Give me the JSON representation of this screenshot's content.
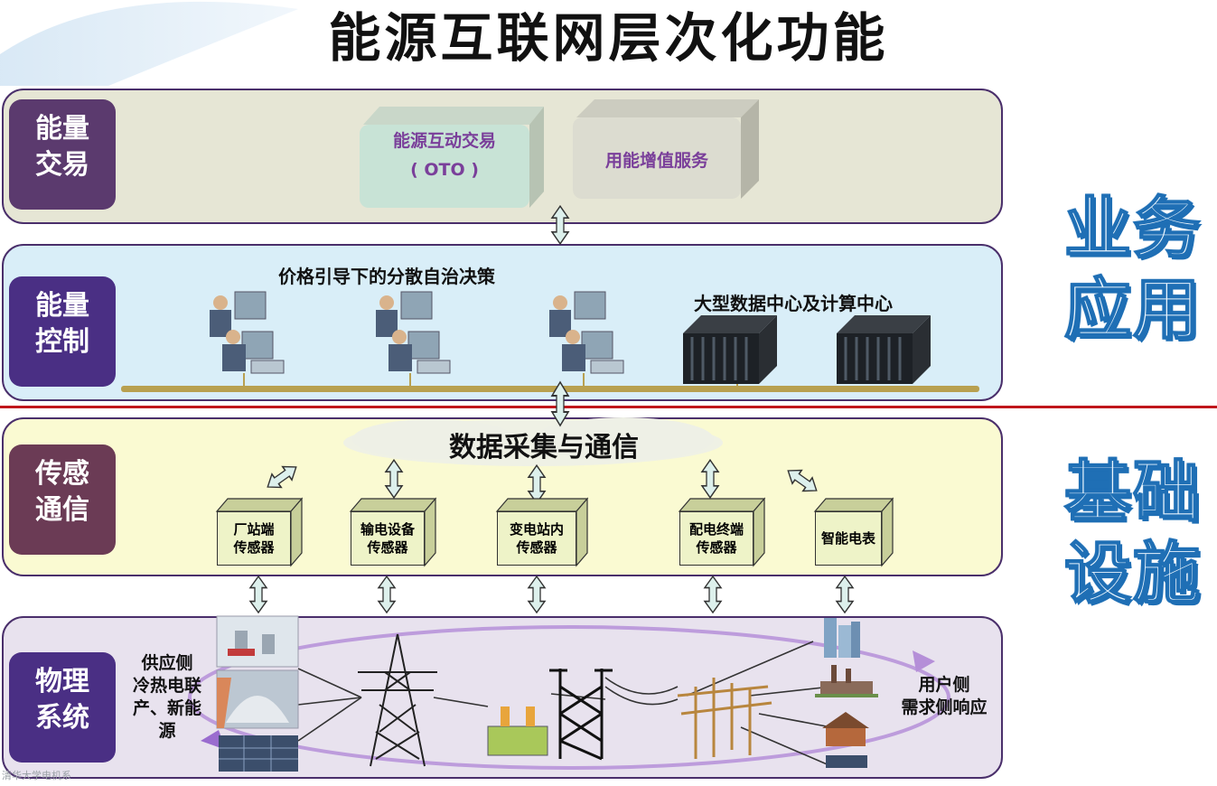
{
  "title": "能源互联网层次化功能",
  "layers": {
    "trade": {
      "tag": [
        "能量",
        "交易"
      ]
    },
    "control": {
      "tag": [
        "能量",
        "控制"
      ]
    },
    "sense": {
      "tag": [
        "传感",
        "通信"
      ]
    },
    "phys": {
      "tag": [
        "物理",
        "系统"
      ]
    }
  },
  "trade_boxes": [
    {
      "line1": "能源互动交易",
      "line2": "( OTO )"
    },
    {
      "line1": "用能增值服务"
    }
  ],
  "control": {
    "decision_label": "价格引导下的分散自治决策",
    "datacenter_label": "大型数据中心及计算中心"
  },
  "sense": {
    "cloud_label": "数据采集与通信",
    "sensors": [
      [
        "厂站端",
        "传感器"
      ],
      [
        "输电设备",
        "传感器"
      ],
      [
        "变电站内",
        "传感器"
      ],
      [
        "配电终端",
        "传感器"
      ],
      [
        "智能电表"
      ]
    ]
  },
  "phys": {
    "supply_label": [
      "供应侧",
      "冷热电联",
      "产、新能",
      "源"
    ],
    "demand_label": [
      "用户侧",
      "需求侧响应"
    ]
  },
  "side": {
    "top": [
      "业务",
      "应用"
    ],
    "bottom": [
      "基础",
      "设施"
    ]
  },
  "watermark": "清华大学电机系",
  "colors": {
    "divider": "#c0161b",
    "accent_blue": "#1f6fb5",
    "tag_purple": "#4a2f84"
  }
}
